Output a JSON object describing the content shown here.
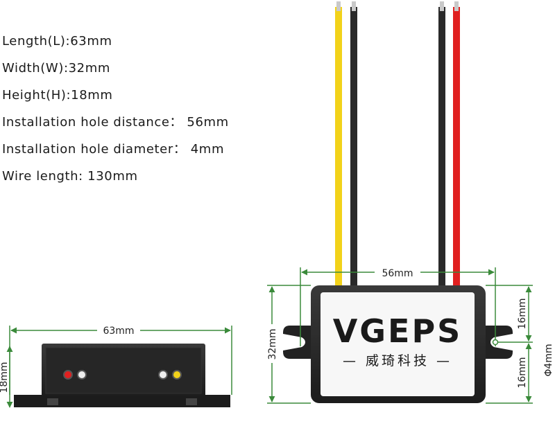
{
  "specs": {
    "length": "Length(L):63mm",
    "width": "Width(W):32mm",
    "height": "Height(H):18mm",
    "hole_distance": "Installation hole distance： 56mm",
    "hole_diameter": "Installation hole diameter： 4mm",
    "wire_length": "Wire length: 130mm"
  },
  "side_view": {
    "length_label": "63mm",
    "height_label": "18mm"
  },
  "top_view": {
    "hole_distance_label": "56mm",
    "width_label": "32mm",
    "upper_half_label": "16mm",
    "lower_half_label": "16mm",
    "hole_diameter_label": "Φ4mm",
    "brand": "VGEPS",
    "brand_sub": "— 威琦科技 —"
  },
  "colors": {
    "dimension_line": "#3a8a3a",
    "wire_yellow": "#f2d21a",
    "wire_black": "#2a2a2a",
    "wire_red": "#e02020",
    "housing": "#2b2b2b",
    "label_face": "#f7f7f7"
  }
}
